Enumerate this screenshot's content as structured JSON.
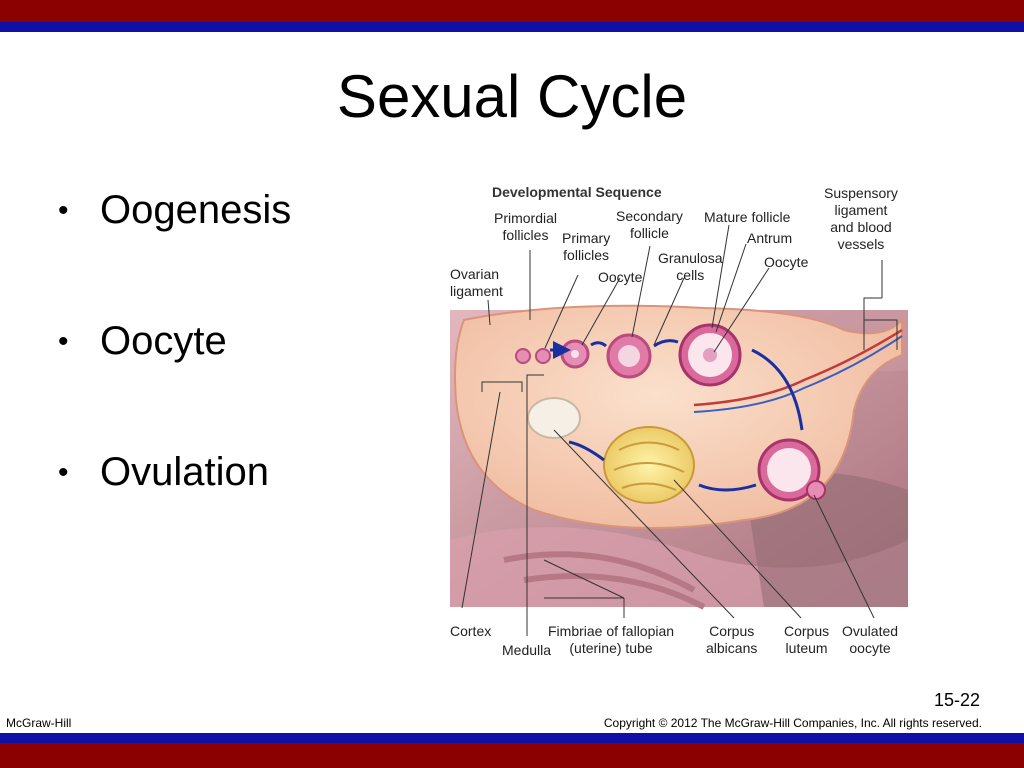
{
  "slide": {
    "title": "Sexual Cycle",
    "bullets": [
      "Oogenesis",
      "Oocyte",
      "Ovulation"
    ],
    "bullet_glyph": "•",
    "page_number": "15-22",
    "publisher": "McGraw-Hill",
    "copyright": "Copyright © 2012 The McGraw-Hill Companies, Inc. All rights reserved."
  },
  "figure": {
    "heading": "Developmental Sequence",
    "labels": {
      "primordial_follicles": "Primordial\nfollicles",
      "primary_follicles": "Primary\nfollicles",
      "secondary_follicle": "Secondary\nfollicle",
      "oocyte_1": "Oocyte",
      "granulosa_cells": "Granulosa\ncells",
      "mature_follicle": "Mature follicle",
      "antrum": "Antrum",
      "oocyte_2": "Oocyte",
      "suspensory_ligament": "Suspensory\nligament\nand blood\nvessels",
      "ovarian_ligament": "Ovarian\nligament",
      "cortex": "Cortex",
      "medulla": "Medulla",
      "fimbriae": "Fimbriae of fallopian\n(uterine) tube",
      "corpus_albicans": "Corpus\nalbicans",
      "corpus_luteum": "Corpus\nluteum",
      "ovulated_oocyte": "Ovulated\noocyte"
    }
  },
  "colors": {
    "top_bar_red": "#8b0000",
    "top_bar_blue": "#1010a8",
    "ovary_tissue": "#f3c9ad",
    "follicle_pink": "#d96a9b",
    "arrow_blue": "#1a2fa0"
  }
}
